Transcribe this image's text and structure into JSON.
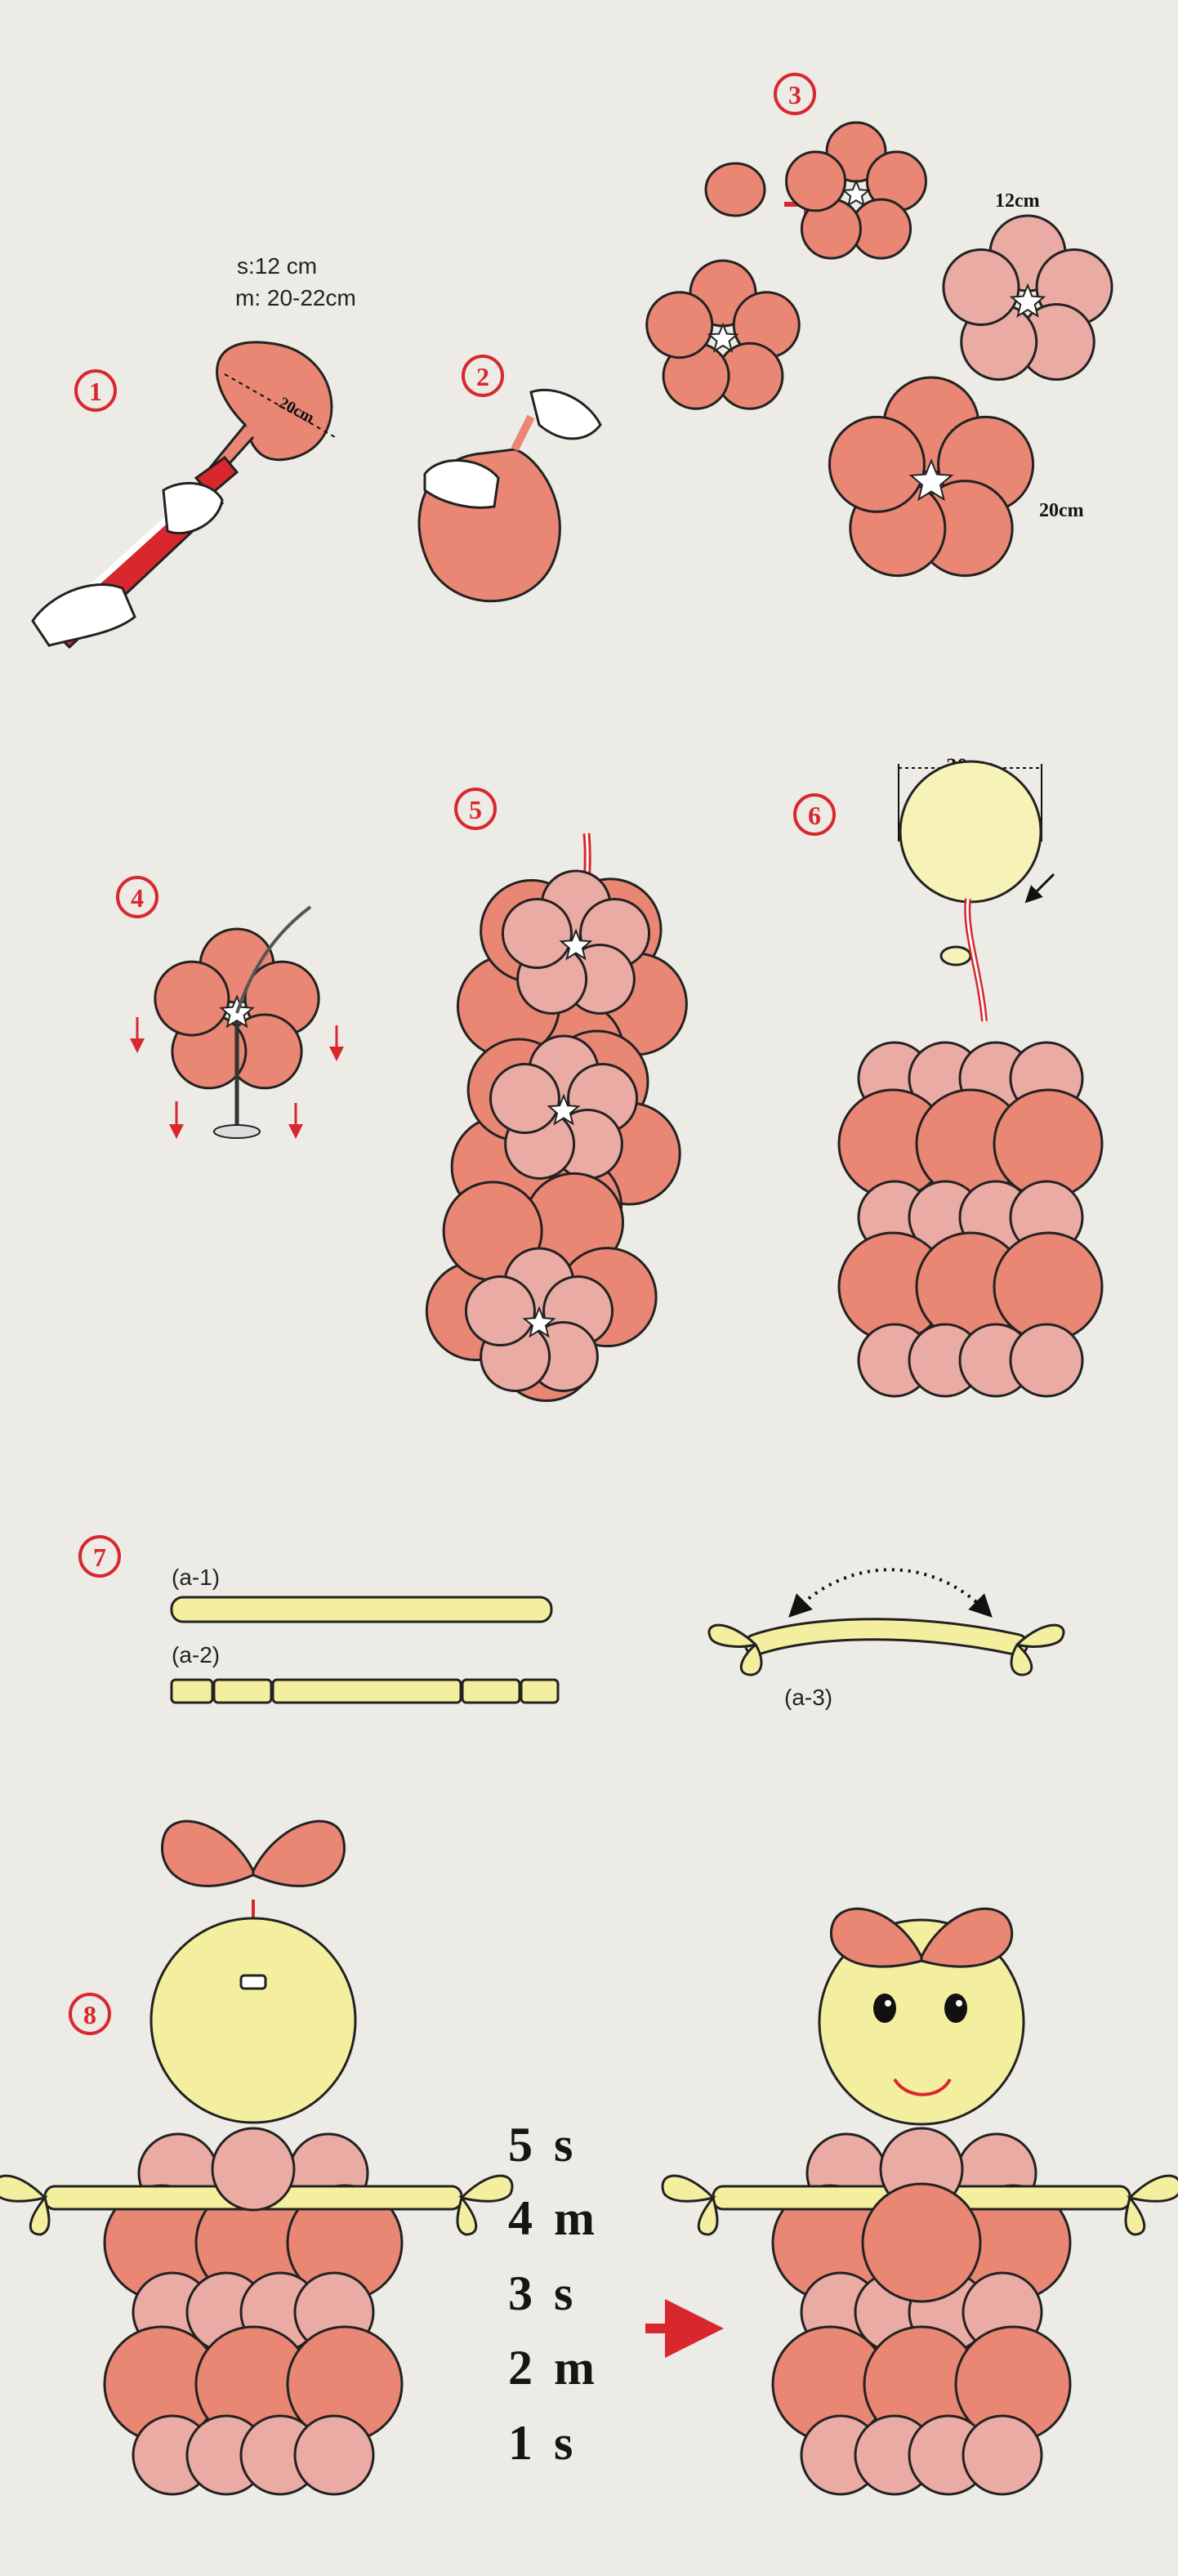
{
  "colors": {
    "background": "#ecebe6",
    "coral": "#e98674",
    "pink": "#e9aba3",
    "cream": "#f4ef9f",
    "yellow_light": "#f6f2b8",
    "red": "#d9272e",
    "outline": "#222222",
    "text": "#151515"
  },
  "steps": {
    "s1": {
      "number": "1",
      "size_note_s": "s:12 cm",
      "size_note_m": "m: 20-22cm",
      "diameter_label": "20cm"
    },
    "s2": {
      "number": "2"
    },
    "s3": {
      "number": "3",
      "label_small": "12cm",
      "label_large": "20cm"
    },
    "s4": {
      "number": "4"
    },
    "s5": {
      "number": "5"
    },
    "s6": {
      "number": "6",
      "head_width_label": "30cm"
    },
    "s7": {
      "number": "7",
      "label_a1": "(a-1)",
      "label_a2": "(a-2)",
      "label_a3": "(a-3)"
    },
    "s8": {
      "number": "8",
      "layers": [
        {
          "num": "5",
          "size": "s"
        },
        {
          "num": "4",
          "size": "m"
        },
        {
          "num": "3",
          "size": "s"
        },
        {
          "num": "2",
          "size": "m"
        },
        {
          "num": "1",
          "size": "s"
        }
      ]
    }
  },
  "icons": {
    "pump": "hand-pump-icon",
    "hand": "hand-icon",
    "arrow": "red-arrow-icon",
    "bow": "bow-balloon-icon",
    "face": "smiley-face-icon"
  }
}
